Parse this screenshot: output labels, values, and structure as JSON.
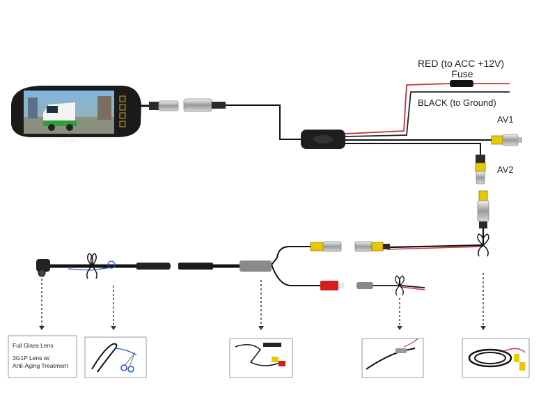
{
  "labels": {
    "red_wire": "RED (to ACC +12V)",
    "fuse": "Fuse",
    "black_wire": "BLACK (to Ground)",
    "av1": "AV1",
    "av2": "AV2"
  },
  "monitor": {
    "brand_text": "TFT LCD"
  },
  "detail_boxes": [
    {
      "lines": [
        "Full Glass Lens",
        "3G1P Lens w/",
        "Anti-Aging Treatment"
      ]
    },
    {
      "lines": []
    },
    {
      "lines": []
    },
    {
      "lines": []
    },
    {
      "lines": []
    }
  ],
  "colors": {
    "red_wire": "#c8323a",
    "yellow_rca": "#e8c800",
    "red_rca": "#d02020",
    "cable": "#111111"
  }
}
